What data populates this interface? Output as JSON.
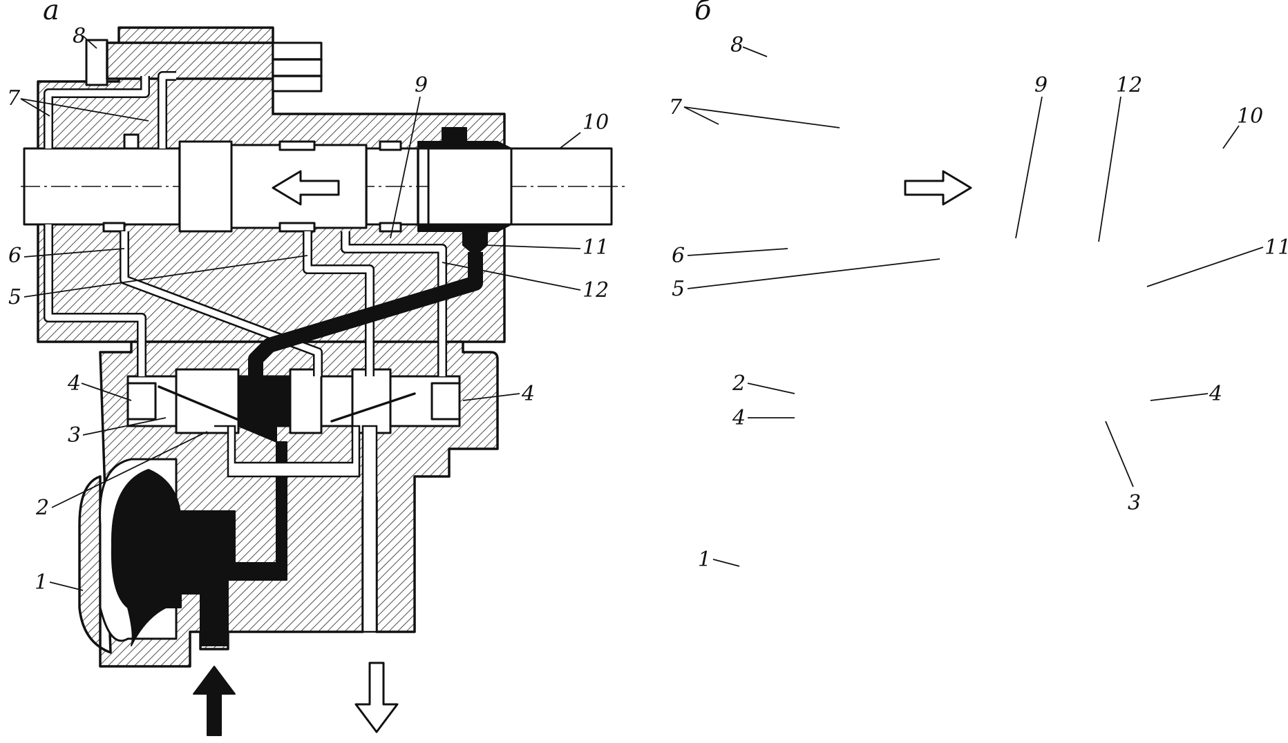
{
  "panels": [
    {
      "id": "a",
      "letter": "а",
      "labels": {
        "l1": "1",
        "l2": "2",
        "l3": "3",
        "l4a": "4",
        "l4b": "4",
        "l5": "5",
        "l6": "6",
        "l7": "7",
        "l8": "8",
        "l9": "9",
        "l10": "10",
        "l11": "11",
        "l12": "12"
      },
      "flow_direction": "left"
    },
    {
      "id": "b",
      "letter": "б",
      "labels": {
        "l1": "1",
        "l2": "2",
        "l3": "3",
        "l4a": "4",
        "l4b": "4",
        "l5": "5",
        "l6": "6",
        "l7": "7",
        "l8": "8",
        "l9": "9",
        "l10": "10",
        "l11": "11",
        "l12": "12"
      },
      "flow_direction": "right"
    }
  ],
  "arrows": {
    "inlet": "solid black arrow up",
    "outlet": "hollow arrow down"
  }
}
